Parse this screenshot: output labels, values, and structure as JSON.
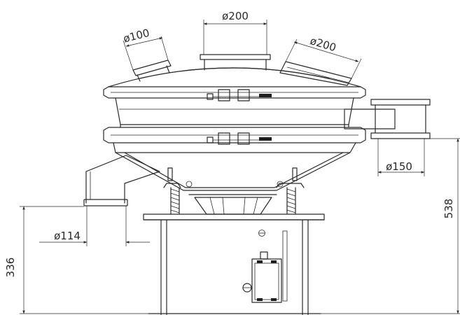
{
  "dimensions": {
    "inlet_top": "ø200",
    "inlet_left": "ø100",
    "inlet_right": "ø200",
    "side_outlet": "ø150",
    "bottom_outlet": "ø114",
    "height_outlet": "336",
    "height_total": "538"
  },
  "colors": {
    "line": "#2a2a2a",
    "background": "#ffffff"
  }
}
